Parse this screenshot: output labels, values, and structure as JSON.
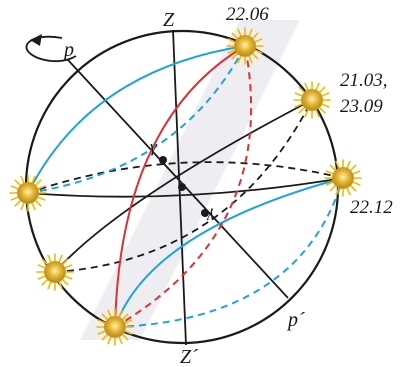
{
  "diagram": {
    "labels": {
      "zenith": "Z",
      "nadir": "Z´",
      "pole_north": "p",
      "pole_south": "p´",
      "vernal_point": "γ",
      "autumnal_point": "γ"
    },
    "dates": {
      "summer_solstice": "22.06",
      "equinox_1": "21.03,",
      "equinox_2": "23.09",
      "winter_solstice": "22.12"
    },
    "colors": {
      "sphere": "#1a1a1a",
      "daily_path": "#1fa3e0",
      "meridian_arc": "#e03030",
      "sun_rays": "#f5b800",
      "sun_center_light": "#ffe680",
      "sun_center_dark": "#c9a020",
      "watermark": "#e8e8ee"
    },
    "icons": {
      "rotation_arrow": "rotation-arrow-icon",
      "sun": "sun-icon"
    }
  }
}
